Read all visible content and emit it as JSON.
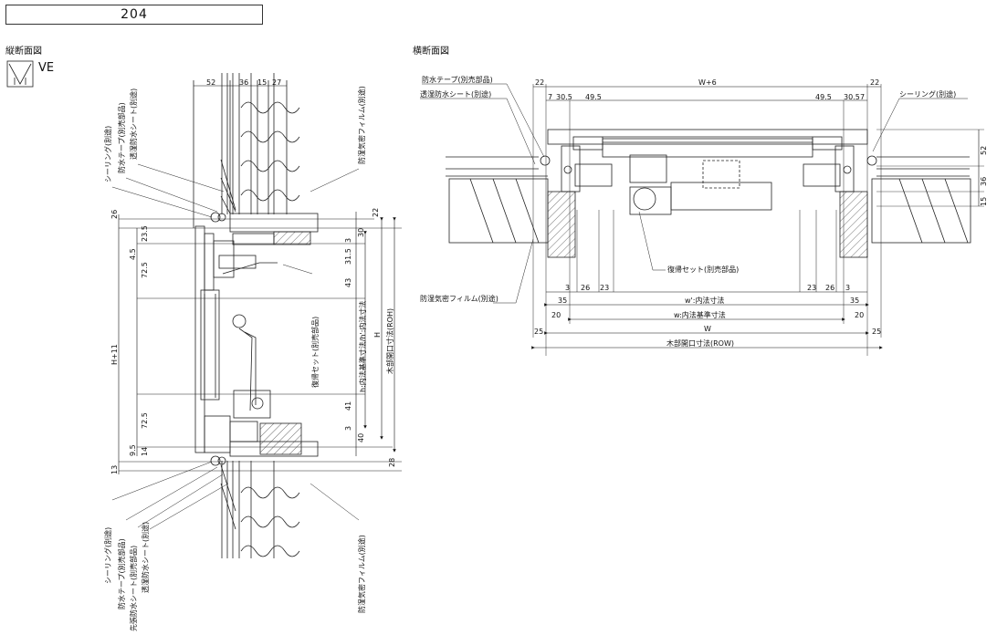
{
  "page_number": "204",
  "vertical": {
    "title": "縦断面図",
    "symbol": "VE",
    "dims_top": [
      "52",
      "36",
      "15",
      "27"
    ],
    "dims_left": [
      "26",
      "23.5",
      "4.5",
      "72.5",
      "H+11",
      "72.5",
      "9.5",
      "14",
      "13"
    ],
    "dims_right_inner": [
      "22",
      "30",
      "3",
      "31.5",
      "43",
      "41",
      "3",
      "40",
      "28"
    ],
    "dim_h": "h:内法基準寸法/h':内法寸法",
    "dim_H": "H",
    "dim_ROH": "木部開口寸法(ROH)",
    "labels_top": [
      "シーリング(別途)",
      "防水テープ(別売部品)",
      "透湿防水シート(別途)"
    ],
    "label_film_top": "防湿気密フィルム(別途)",
    "label_return": "復帰セット(別売部品)",
    "labels_bottom": [
      "シーリング(別途)",
      "防水テープ(別売部品)",
      "先張防水シート(別売部品)",
      "透湿防水シート(別途)"
    ],
    "label_film_bottom": "防湿気密フィルム(別途)"
  },
  "horizontal": {
    "title": "横断面図",
    "label_tape": "防水テープ(別売部品)",
    "label_sheet": "透湿防水シート(別途)",
    "label_sealing": "シーリング(別途)",
    "label_return": "復帰セット(別売部品)",
    "label_film": "防湿気密フィルム(別途)",
    "dims_top": [
      "22",
      "W+6",
      "22"
    ],
    "dims_top_left": [
      "7",
      "30.5",
      "49.5"
    ],
    "dims_top_right": [
      "49.5",
      "30.5",
      "7"
    ],
    "dims_right": [
      "52",
      "36",
      "15"
    ],
    "dims_bottom_left": [
      "3",
      "26",
      "23"
    ],
    "dims_bottom_right": [
      "23",
      "26",
      "3"
    ],
    "row_w_prime": {
      "left": "35",
      "label": "w':内法寸法",
      "right": "35"
    },
    "row_w": {
      "left": "20",
      "label": "w:内法基準寸法",
      "right": "20"
    },
    "row_W": {
      "label": "W"
    },
    "row_ROW": {
      "left": "25",
      "label": "木部開口寸法(ROW)",
      "right": "25"
    }
  }
}
